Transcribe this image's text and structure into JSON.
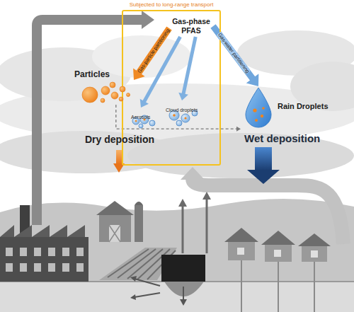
{
  "diagram": {
    "nodes": [
      {
        "text": [
          "Subjected to long-range transport"
        ]
      },
      {
        "text": [
          "Gas-phase PFAS"
        ],
        "in": 0
      },
      {
        "text": [
          "Cloud droplets"
        ],
        "in": 0
      },
      {
        "text": [
          "Aerosols"
        ],
        "in": 0
      },
      {
        "text": [
          "Particles"
        ]
      },
      {
        "text": [
          "Rain Droplets"
        ]
      }
    ],
    "edges": [
      {
        "from": 1,
        "to": 4,
        "label": "Gas-particle partitioning",
        "arrow": "to"
      },
      {
        "from": 1,
        "to": 3,
        "arrow": "to"
      },
      {
        "from": 1,
        "to": 2,
        "arrow": "to"
      },
      {
        "from": 1,
        "to": 5,
        "label": "Gas-water partitioning",
        "arrow": "to"
      },
      {
        "from": 4,
        "to": 5,
        "arrow": "to"
      }
    ],
    "labels": [
      "Dry deposition",
      "Wet deposition"
    ]
  }
}
